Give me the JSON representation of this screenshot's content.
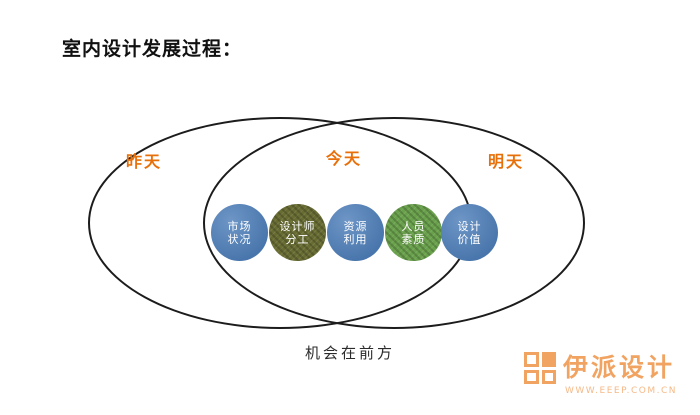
{
  "title": "室内设计发展过程：",
  "diagram": {
    "left_label": "昨天",
    "center_label": "今天",
    "right_label": "明天",
    "label_color": "#e8700a",
    "circles": [
      {
        "line1": "市场",
        "line2": "状况",
        "color": "#4e7fba",
        "texture": "plain"
      },
      {
        "line1": "设计师",
        "line2": "分工",
        "color": "#686c32",
        "texture": "textured"
      },
      {
        "line1": "资源",
        "line2": "利用",
        "color": "#4e7fba",
        "texture": "plain"
      },
      {
        "line1": "人员",
        "line2": "素质",
        "color": "#69a04b",
        "texture": "textured"
      },
      {
        "line1": "设计",
        "line2": "价值",
        "color": "#4e7fba",
        "texture": "plain"
      }
    ],
    "caption": "机会在前方"
  },
  "watermark": {
    "brand": "伊派设计",
    "url": "WWW.EEEP.COM.CN",
    "accent_color": "#f09a52"
  }
}
